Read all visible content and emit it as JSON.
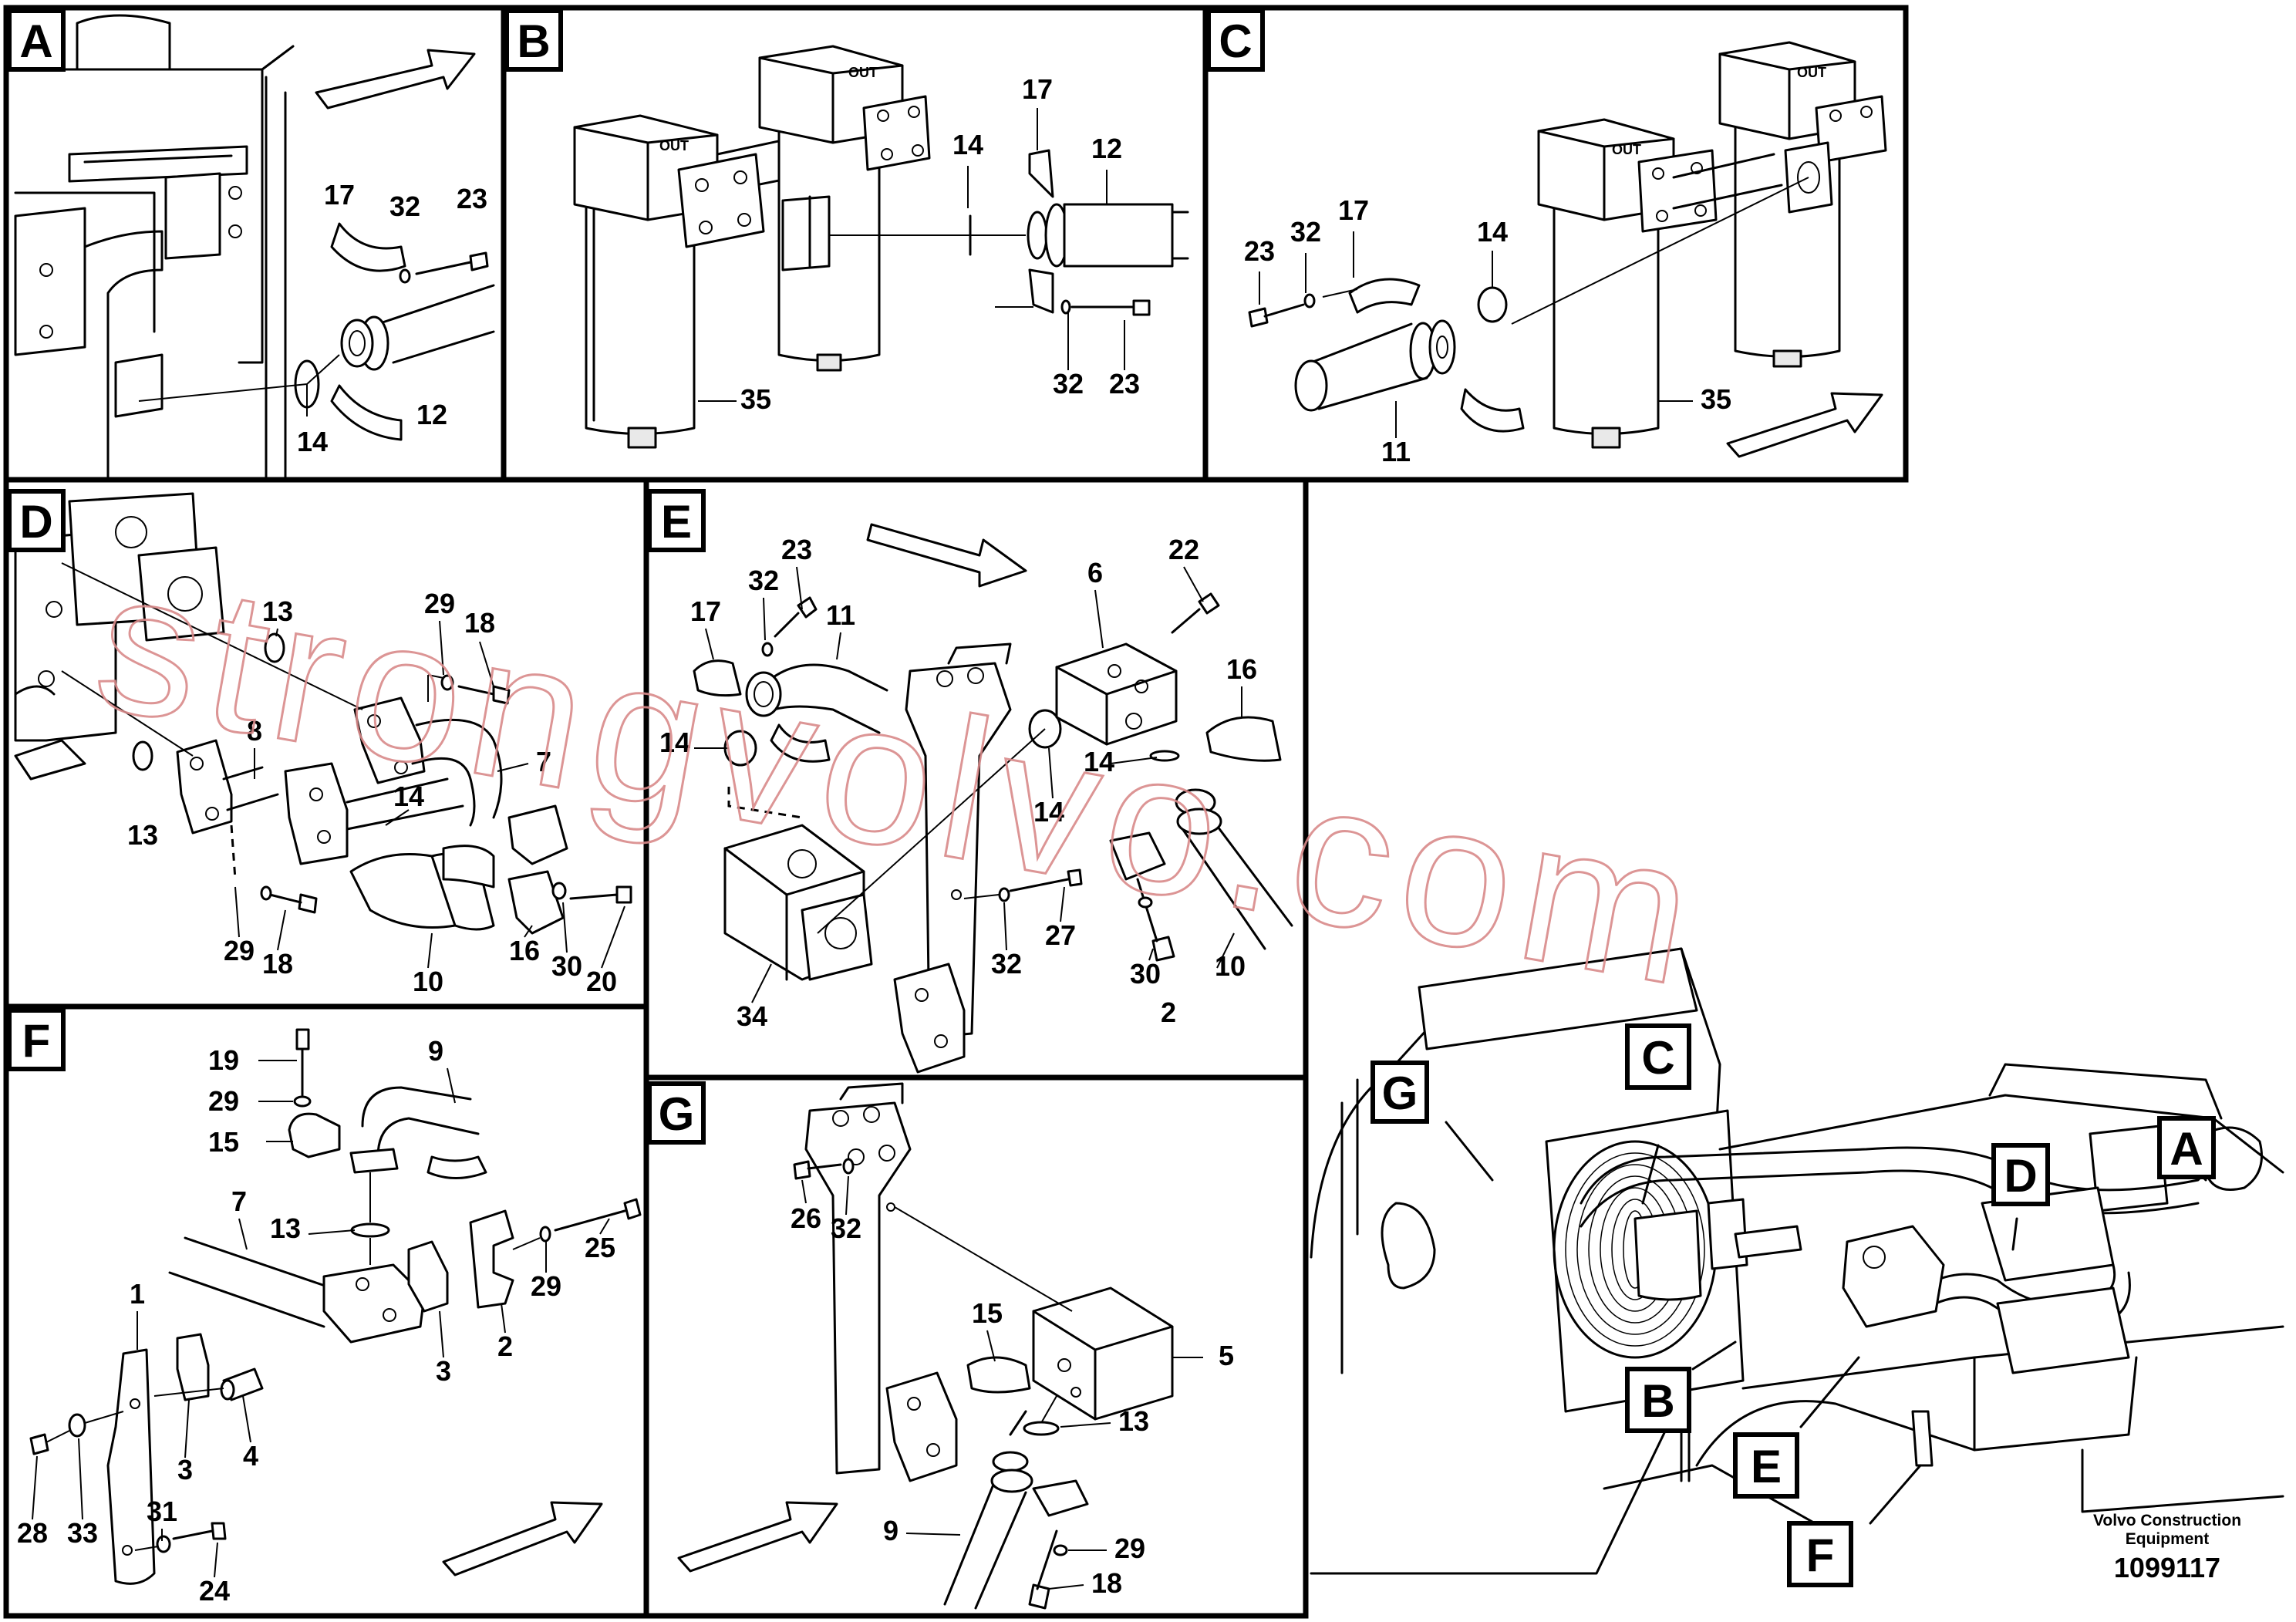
{
  "panels": {
    "A": {
      "label": "A",
      "callouts": [
        "17",
        "32",
        "23",
        "14",
        "12"
      ]
    },
    "B": {
      "label": "B",
      "callouts": [
        "17",
        "14",
        "12",
        "32",
        "23",
        "35"
      ]
    },
    "C": {
      "label": "C",
      "callouts": [
        "17",
        "32",
        "23",
        "14",
        "11",
        "35"
      ]
    },
    "D": {
      "label": "D",
      "callouts": [
        "13",
        "29",
        "18",
        "7",
        "8",
        "14",
        "13",
        "29",
        "18",
        "10",
        "16",
        "30",
        "20"
      ]
    },
    "E": {
      "label": "E",
      "callouts": [
        "23",
        "32",
        "17",
        "11",
        "6",
        "22",
        "16",
        "14",
        "14",
        "14",
        "27",
        "32",
        "30",
        "10",
        "34",
        "2"
      ]
    },
    "F": {
      "label": "F",
      "callouts": [
        "19",
        "29",
        "15",
        "9",
        "7",
        "13",
        "25",
        "29",
        "2",
        "3",
        "1",
        "3",
        "4",
        "28",
        "33",
        "31",
        "24"
      ]
    },
    "G": {
      "label": "G",
      "callouts": [
        "26",
        "32",
        "15",
        "5",
        "13",
        "9",
        "29",
        "18"
      ]
    }
  },
  "overview": {
    "tags": [
      "G",
      "C",
      "D",
      "A",
      "B",
      "E",
      "F"
    ]
  },
  "footer": {
    "company_line1": "Volvo Construction",
    "company_line2": "Equipment",
    "drawing_number": "1099117"
  },
  "watermark": "strongvolvo.com"
}
